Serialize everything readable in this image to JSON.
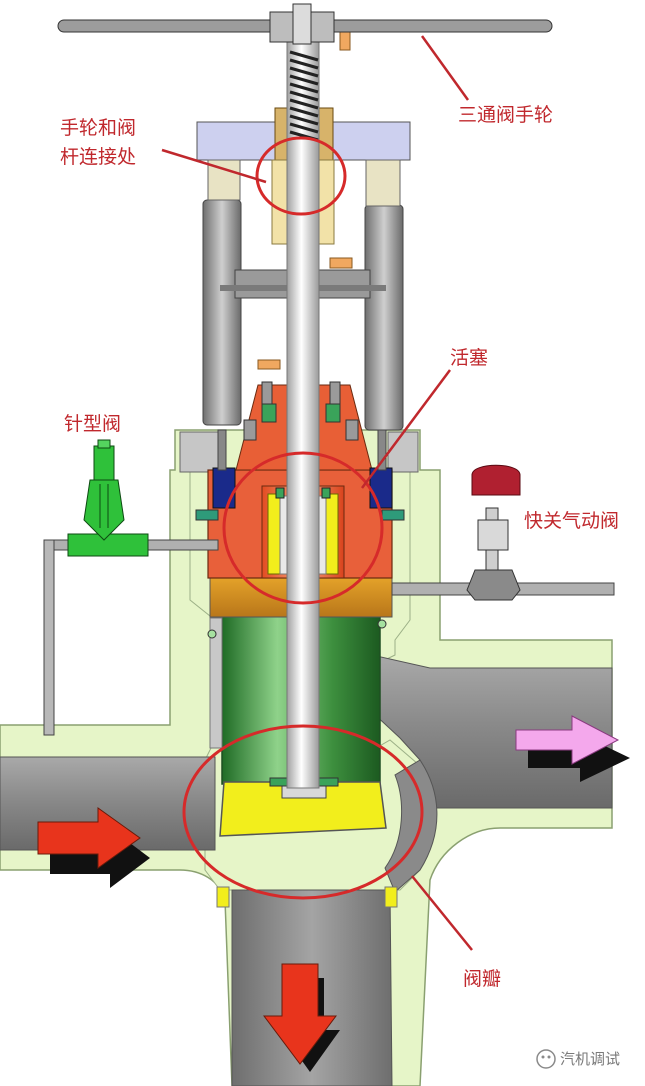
{
  "labels": {
    "handwheel": "三通阀手轮",
    "joint_line1": "手轮和阀",
    "joint_line2": "杆连接处",
    "piston": "活塞",
    "needle_valve": "针型阀",
    "quick_valve": "快关气动阀",
    "valve_disc": "阀瓣"
  },
  "watermark": "汽机调试",
  "colors": {
    "label": "#c0282d",
    "body_outer": "#e6f5c8",
    "pipe": "#8c8c8c",
    "disc": "#f2ee1c",
    "piston": "#ef6a3c",
    "cylinder": "#3c8a3c",
    "flow_in": "#e8341c",
    "flow_out": "#f4a8ec"
  }
}
